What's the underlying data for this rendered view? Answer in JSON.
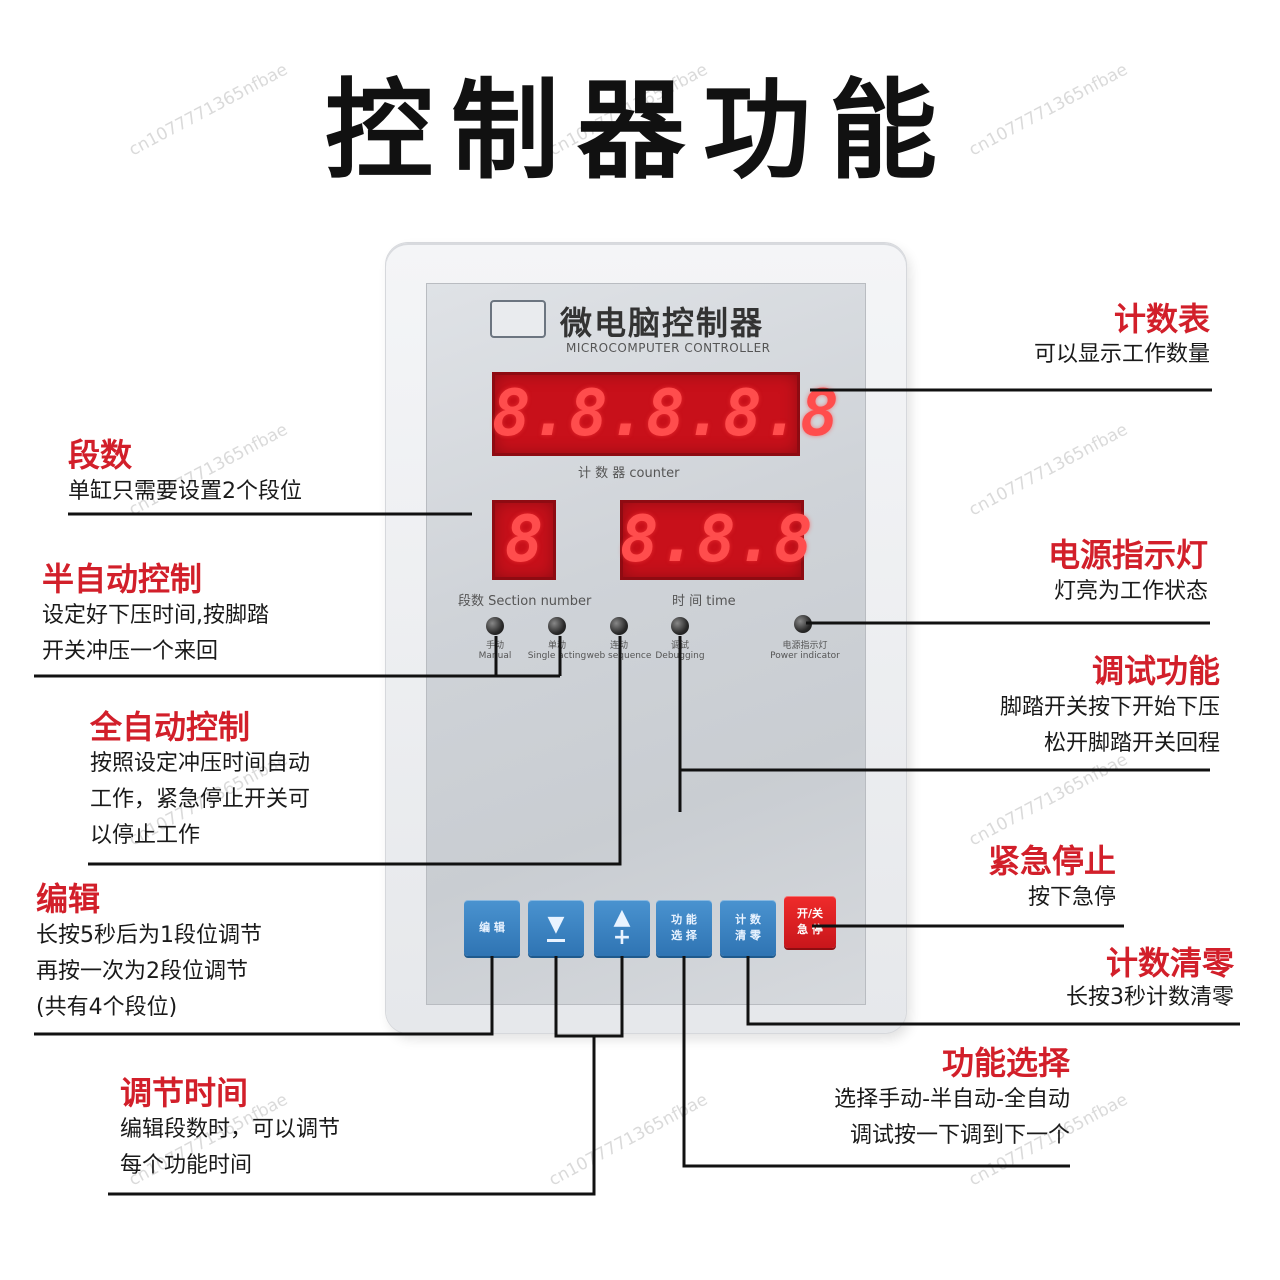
{
  "title": "控制器功能",
  "watermark": "cn1077771365nfbae",
  "device": {
    "name": "微电脑控制器",
    "name_en": "MICROCOMPUTER CONTROLLER",
    "counter_display": "8.8.8.8.8",
    "counter_label": "计 数 器  counter",
    "section_display": "8",
    "section_label": "段数 Section number",
    "time_display": "8.8.8",
    "time_label": "时 间  time",
    "indicators": [
      {
        "label": "手动",
        "sub": "Manual"
      },
      {
        "label": "单动",
        "sub": "Single acting"
      },
      {
        "label": "连动",
        "sub": "web sequence"
      },
      {
        "label": "调试",
        "sub": "Debugging"
      },
      {
        "label": "电源指示灯",
        "sub": "Power indicator"
      }
    ],
    "buttons": [
      {
        "label": "编 辑"
      },
      {
        "label": "▼"
      },
      {
        "label": "▲"
      },
      {
        "label": "功 能\n选 择"
      },
      {
        "label": "计 数\n清 零"
      },
      {
        "label": "开/关\n急 停"
      }
    ]
  },
  "annotations": {
    "counter": {
      "title": "计数表",
      "desc": [
        "可以显示工作数量"
      ]
    },
    "section": {
      "title": "段数",
      "desc": [
        "单缸只需要设置2个段位"
      ]
    },
    "power": {
      "title": "电源指示灯",
      "desc": [
        "灯亮为工作状态"
      ]
    },
    "semi_auto": {
      "title": "半自动控制",
      "desc": [
        "设定好下压时间,按脚踏",
        "开关冲压一个来回"
      ]
    },
    "debug": {
      "title": "调试功能",
      "desc": [
        "脚踏开关按下开始下压",
        "松开脚踏开关回程"
      ]
    },
    "full_auto": {
      "title": "全自动控制",
      "desc": [
        "按照设定冲压时间自动",
        "工作，紧急停止开关可",
        "以停止工作"
      ]
    },
    "estop": {
      "title": "紧急停止",
      "desc": [
        "按下急停"
      ]
    },
    "edit": {
      "title": "编辑",
      "desc": [
        "长按5秒后为1段位调节",
        "再按一次为2段位调节",
        "(共有4个段位)"
      ]
    },
    "count_clear": {
      "title": "计数清零",
      "desc": [
        "长按3秒计数清零"
      ]
    },
    "func_select": {
      "title": "功能选择",
      "desc": [
        "选择手动-半自动-全自动",
        "调试按一下调到下一个"
      ]
    },
    "adjust_time": {
      "title": "调节时间",
      "desc": [
        "编辑段数时，可以调节",
        "每个功能时间"
      ]
    }
  }
}
